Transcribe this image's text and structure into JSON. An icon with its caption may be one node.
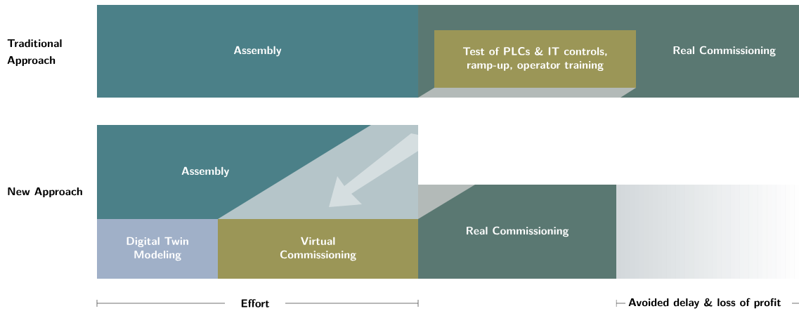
{
  "diagram": {
    "nodes": [
      {
        "text": [
          "Assembly"
        ]
      },
      {
        "text": [
          "Real Commissioning"
        ]
      },
      {
        "text": [
          "Test of PLCs & IT controls, ramp-up, operator training"
        ],
        "in": 1
      },
      {
        "text": [
          "Assembly"
        ]
      },
      {
        "text": [
          "Digital Twin Modeling"
        ]
      },
      {
        "text": [
          "Virtual Commissioning"
        ]
      },
      {
        "text": [
          "Real Commissioning"
        ]
      },
      {
        "text": [],
        "shape": "box"
      }
    ],
    "labels": [
      "Traditional Approach",
      "New Approach",
      "Effort",
      "Avoided delay & loss of profit"
    ]
  }
}
